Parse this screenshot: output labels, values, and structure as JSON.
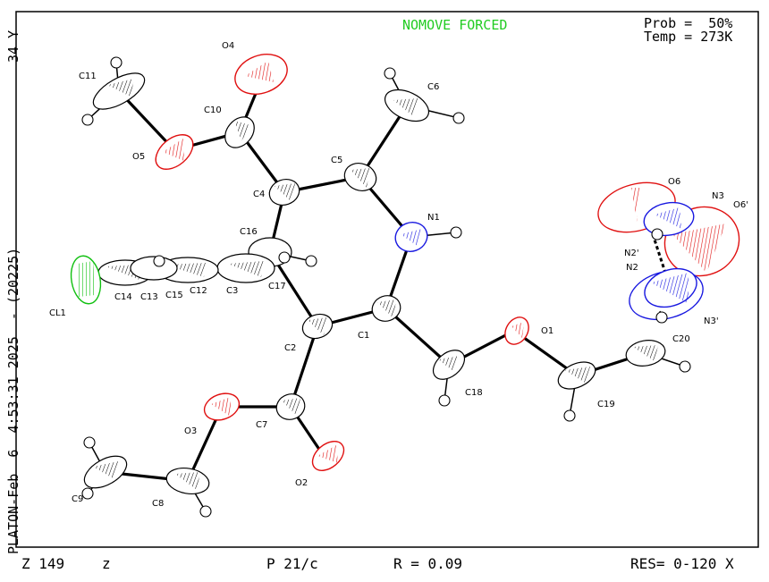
{
  "header": {
    "status": "NOMOVE FORCED",
    "prob_line": "Prob =  50%",
    "temp_line": "Temp = 273K"
  },
  "footer": {
    "z": "Z 149",
    "axis": "z",
    "space_group": "P 21/c",
    "r_factor": "R = 0.09",
    "res": "RES= 0-120 X"
  },
  "side_text": "PLATON-Feb  6  4:53:31 2025  - (20225)",
  "side_top": "34 Y",
  "colors": {
    "carbon": "#000000",
    "oxygen": "#e01010",
    "nitrogen": "#1818e0",
    "chlorine": "#10c010",
    "status": "#22cc22"
  },
  "atom_labels": {
    "C11": "C11",
    "O4": "O4",
    "C6": "C6",
    "C10": "C10",
    "C5": "C5",
    "O5": "O5",
    "C4": "C4",
    "N1": "N1",
    "O6": "O6",
    "N3": "N3",
    "O6p": "O6'",
    "C16": "C16",
    "N2p": "N2'",
    "N2": "N2",
    "Cl1": "CL1",
    "C14": "C14",
    "C13": "C13",
    "C15": "C15",
    "C12": "C12",
    "C3": "C3",
    "C17": "C17",
    "N3p": "N3'",
    "C1": "C1",
    "O1": "O1",
    "C2": "C2",
    "C20": "C20",
    "C18": "C18",
    "C19": "C19",
    "O3": "O3",
    "C7": "C7",
    "O2": "O2",
    "C9": "C9",
    "C8": "C8"
  }
}
